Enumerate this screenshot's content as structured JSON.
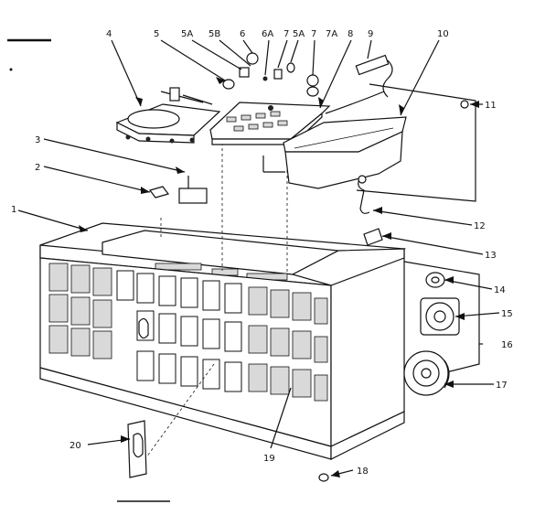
{
  "diagram": {
    "callouts": [
      {
        "id": "c1",
        "label": "1"
      },
      {
        "id": "c2",
        "label": "2"
      },
      {
        "id": "c3",
        "label": "3"
      },
      {
        "id": "c4",
        "label": "4"
      },
      {
        "id": "c5",
        "label": "5"
      },
      {
        "id": "c5a_left",
        "label": "5A"
      },
      {
        "id": "c5b",
        "label": "5B"
      },
      {
        "id": "c6",
        "label": "6"
      },
      {
        "id": "c6a",
        "label": "6A"
      },
      {
        "id": "c7_left",
        "label": "7"
      },
      {
        "id": "c5a_right",
        "label": "5A"
      },
      {
        "id": "c7_right",
        "label": "7"
      },
      {
        "id": "c7a",
        "label": "7A"
      },
      {
        "id": "c8",
        "label": "8"
      },
      {
        "id": "c9",
        "label": "9"
      },
      {
        "id": "c10",
        "label": "10"
      },
      {
        "id": "c11",
        "label": "11"
      },
      {
        "id": "c12",
        "label": "12"
      },
      {
        "id": "c13",
        "label": "13"
      },
      {
        "id": "c14",
        "label": "14"
      },
      {
        "id": "c15",
        "label": "15"
      },
      {
        "id": "c16",
        "label": "16"
      },
      {
        "id": "c17",
        "label": "17"
      },
      {
        "id": "c18",
        "label": "18"
      },
      {
        "id": "c19",
        "label": "19"
      },
      {
        "id": "c20",
        "label": "20"
      }
    ]
  }
}
